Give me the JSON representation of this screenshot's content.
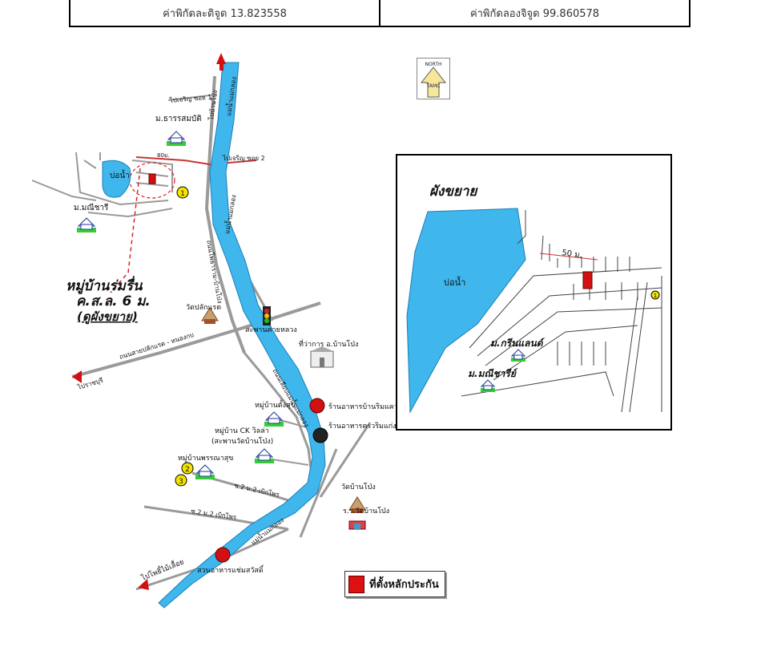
{
  "coordinates": {
    "latitude_label": "ค่าพิกัดละติจูด 13.823558",
    "longitude_label": "ค่าพิกัดลองจิจูด 99.860578"
  },
  "north_sign": {
    "text": "NORTH",
    "letters": "TAMC"
  },
  "labels": {
    "pond": "บ่อน้ำ",
    "village_tharasombat": "ม.ธารรสมบัติ",
    "village_manichari": "ม.มณีชารี",
    "village_rom_rin": "หมู่บ้านร่มรื่น",
    "land_deed": "ค.ส.ล. 6 ม.",
    "see_enlarged": "(ดูผังขยาย)",
    "to_ban_pong": "ไปบ้านโป่ง",
    "phrai_kaew": "ไปเจริญ ซอย 1",
    "phrai_kaew2": "ไปเจริญ ซอย 2",
    "river1": "แม่น้ำแม่กลอง",
    "river2": "แม่น้ำแม่กลอง",
    "river3": "แม่น้ำแม่กลอง",
    "road_bp": "ถนนโพธาราม-บ้านโป่ง",
    "road_main": "ถนนสายปลักแรต - หนองกบ",
    "wat_plak_raet": "วัดปลักแรต",
    "bridge": "สะพานค่ายหลวง",
    "district_office": "ที่ว่าการ อ.บ้านโป่ง",
    "to_ratchaburi": "ไปราชบุรี",
    "road_mae_klong": "ถนนเลียบแม่น้ำแม่กลอง",
    "vil_tang_suk": "หมู่บ้านตั้งสุข",
    "restaurant_rimkhwae": "ร้านอาหารบ้านริมแคว",
    "restaurant_kruarim": "ร้านอาหารครัวริมแก่ง",
    "vil_ck": "หมู่บ้าน CK วิลล่า",
    "vil_ck2": "(สะพานวัดบ้านโป่ง)",
    "vil_phonsuk": "หมู่บ้านพรรณาสุข",
    "soi2": "ซ.2 ม.2 เบิกไพร",
    "soi2b": "ซ.2 ม.2 เบิกไพร",
    "wat_ban_pong": "วัดบ้านโป่ง",
    "school_wat_ban_pong": "ร.ร.วัดบ้านโป่ง",
    "to_photharam": "ไปโพธิ์ไม้เลื้อย",
    "garden_restaurant": "สวนอาหารแช่มสวัสดิ์",
    "dist_80": "80ม.",
    "marker_1": "1",
    "marker_2": "2",
    "marker_3": "3"
  },
  "inset": {
    "title": "ผังขยาย",
    "pond": "บ่อน้ำ",
    "distance": "50 ม.",
    "village_green": "ม.กรีนแลนด์",
    "village_manichari": "ม.มณีชารีย์",
    "marker": "1"
  },
  "legend": {
    "label": "ที่ตั้งหลักประกัน"
  },
  "colors": {
    "river": "#3fb6ec",
    "marker_red": "#d11111",
    "road_gray": "#aaaaaa",
    "marker_yellow": "#f4e400"
  }
}
